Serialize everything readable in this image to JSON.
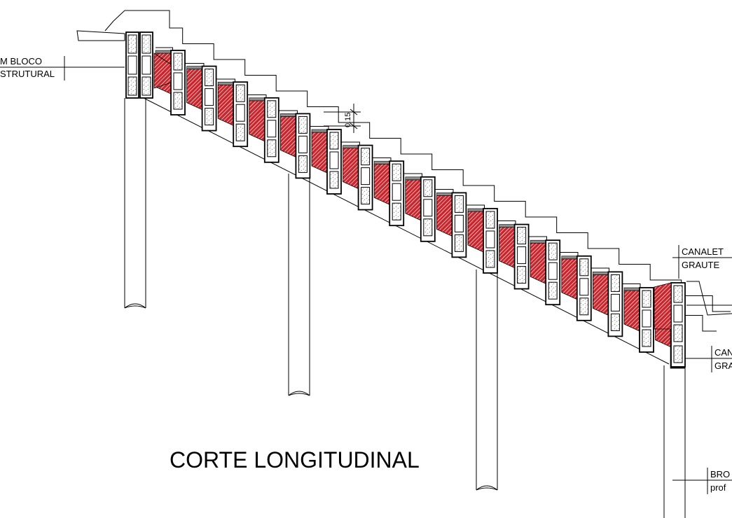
{
  "title": "CORTE LONGITUDINAL",
  "dimension": "0.15",
  "labels": {
    "top_left_line1": "M  BLOCO",
    "top_left_line2": "STRUTURAL",
    "right_top_line1": "CANALET",
    "right_top_line2": "GRAUTE",
    "right_mid_line1": "CAN",
    "right_mid_line2": "GRA",
    "right_bottom_line1": "BRO",
    "right_bottom_line2": "prof"
  },
  "colors": {
    "line": "#000000",
    "fill_hatch": "#c8262c",
    "grout_speckle": "#9a9a9a",
    "mortar_band": "#8c8c8c"
  }
}
